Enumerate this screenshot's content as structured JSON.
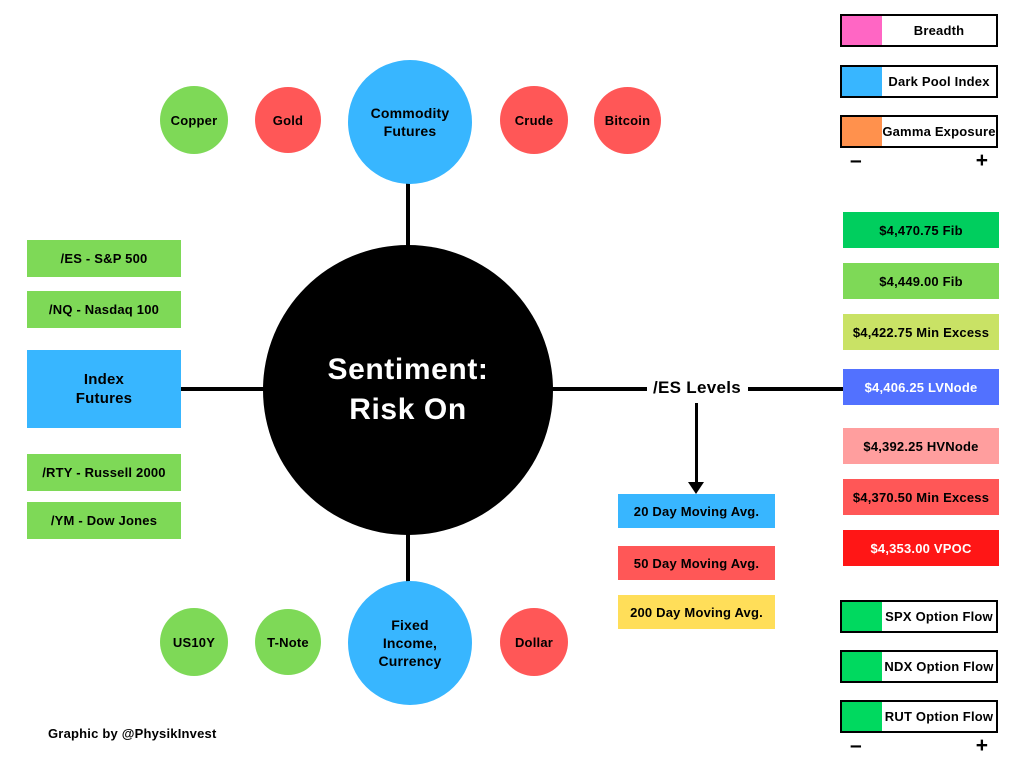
{
  "colors": {
    "blue": "#38B6FF",
    "green": "#7ED957",
    "red": "#FF5757",
    "black": "#000000"
  },
  "center": {
    "line1": "Sentiment:",
    "line2": "Risk On"
  },
  "commodity": {
    "hub_label": "Commodity Futures",
    "satellites": [
      {
        "label": "Copper",
        "color": "#7ED957"
      },
      {
        "label": "Gold",
        "color": "#FF5757"
      },
      {
        "label": "Crude",
        "color": "#FF5757"
      },
      {
        "label": "Bitcoin",
        "color": "#FF5757"
      }
    ]
  },
  "index_futures": {
    "hub_label": "Index Futures",
    "above": [
      {
        "label": "/ES - S&P 500",
        "color": "#7ED957"
      },
      {
        "label": "/NQ - Nasdaq 100",
        "color": "#7ED957"
      }
    ],
    "below": [
      {
        "label": "/RTY - Russell 2000",
        "color": "#7ED957"
      },
      {
        "label": "/YM - Dow Jones",
        "color": "#7ED957"
      }
    ]
  },
  "fixed_income": {
    "hub_label": "Fixed Income, Currency",
    "satellites": [
      {
        "label": "US10Y",
        "color": "#7ED957"
      },
      {
        "label": "T-Note",
        "color": "#7ED957"
      },
      {
        "label": "Dollar",
        "color": "#FF5757"
      }
    ]
  },
  "es_levels": {
    "title": "/ES Levels",
    "bars": [
      {
        "label": "$4,470.75 Fib",
        "bg": "#00CE5E",
        "fg": "#000000"
      },
      {
        "label": "$4,449.00 Fib",
        "bg": "#7ED957",
        "fg": "#000000"
      },
      {
        "label": "$4,422.75 Min Excess",
        "bg": "#C9E265",
        "fg": "#000000"
      },
      {
        "label": "$4,406.25 LVNode",
        "bg": "#5271FF",
        "fg": "#FFFFFF"
      },
      {
        "label": "$4,392.25 HVNode",
        "bg": "#FF9E9E",
        "fg": "#000000"
      },
      {
        "label": "$4,370.50 Min Excess",
        "bg": "#FF5757",
        "fg": "#000000"
      },
      {
        "label": "$4,353.00 VPOC",
        "bg": "#FF1616",
        "fg": "#FFFFFF"
      }
    ]
  },
  "moving_averages": [
    {
      "label": "20 Day Moving Avg.",
      "bg": "#38B6FF",
      "fg": "#000000"
    },
    {
      "label": "50 Day Moving Avg.",
      "bg": "#FF5757",
      "fg": "#000000"
    },
    {
      "label": "200 Day Moving Avg.",
      "bg": "#FFDE59",
      "fg": "#000000"
    }
  ],
  "legend_top": {
    "items": [
      {
        "label": "Breadth",
        "swatch": "#FF66C4"
      },
      {
        "label": "Dark Pool Index",
        "swatch": "#38B6FF"
      },
      {
        "label": "Gamma Exposure",
        "swatch": "#FF914D"
      }
    ],
    "minus": "–",
    "plus": "+"
  },
  "legend_bottom": {
    "items": [
      {
        "label": "SPX Option Flow",
        "swatch": "#00D95F"
      },
      {
        "label": "NDX Option Flow",
        "swatch": "#00D95F"
      },
      {
        "label": "RUT Option Flow",
        "swatch": "#00D95F"
      }
    ],
    "minus": "–",
    "plus": "+"
  },
  "credit": "Graphic by @PhysikInvest"
}
